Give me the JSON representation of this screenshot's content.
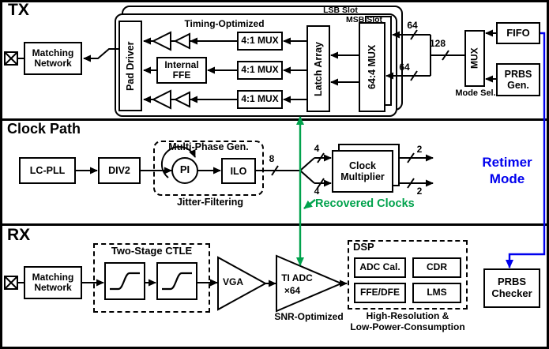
{
  "colors": {
    "ink": "#000000",
    "background": "#ffffff",
    "recovered_clock_green": "#00a24c",
    "retimer_blue": "#0000ee"
  },
  "tx": {
    "label": "TX",
    "matching_network": "Matching Network",
    "pad_driver": "Pad Driver",
    "internal_ffe": "Internal FFE",
    "timing_optimized": "Timing-Optimized",
    "mux_4to1_top": "4:1 MUX",
    "mux_4to1_mid": "4:1 MUX",
    "mux_4to1_bot": "4:1 MUX",
    "latch_array": "Latch Array",
    "mux_64to4": "64:4 MUX",
    "lsb_slot": "LSB Slot",
    "msb_slot": "MSB Slot",
    "bus_64_top": "64",
    "bus_64_bot": "64",
    "bus_128": "128",
    "mode_mux": "MUX",
    "mode_sel": "Mode Sel.",
    "fifo": "FIFO",
    "prbs_gen": "PRBS Gen."
  },
  "clock": {
    "label": "Clock Path",
    "lc_pll": "LC-PLL",
    "div2": "DIV2",
    "multi_phase_gen": "Multi-Phase Gen.",
    "pi": "PI",
    "ilo": "ILO",
    "jitter_filtering": "Jitter-Filtering",
    "bus_8": "8",
    "bus_4_top": "4",
    "bus_4_bot": "4",
    "clock_multiplier": "Clock Multiplier",
    "bus_2_top": "2",
    "bus_2_bot": "2",
    "recovered_clocks": "Recovered Clocks",
    "retimer_mode": "Retimer Mode"
  },
  "rx": {
    "label": "RX",
    "matching_network": "Matching Network",
    "two_stage_ctle": "Two-Stage CTLE",
    "vga": "VGA",
    "ti_adc": "TI ADC",
    "times_64": "×64",
    "snr_optimized": "SNR-Optimized",
    "dsp": "DSP",
    "adc_cal": "ADC Cal.",
    "cdr": "CDR",
    "ffe_dfe": "FFE/DFE",
    "lms": "LMS",
    "note_line1": "High-Resolution &",
    "note_line2": "Low-Power-Consumption",
    "prbs_checker": "PRBS Checker"
  }
}
